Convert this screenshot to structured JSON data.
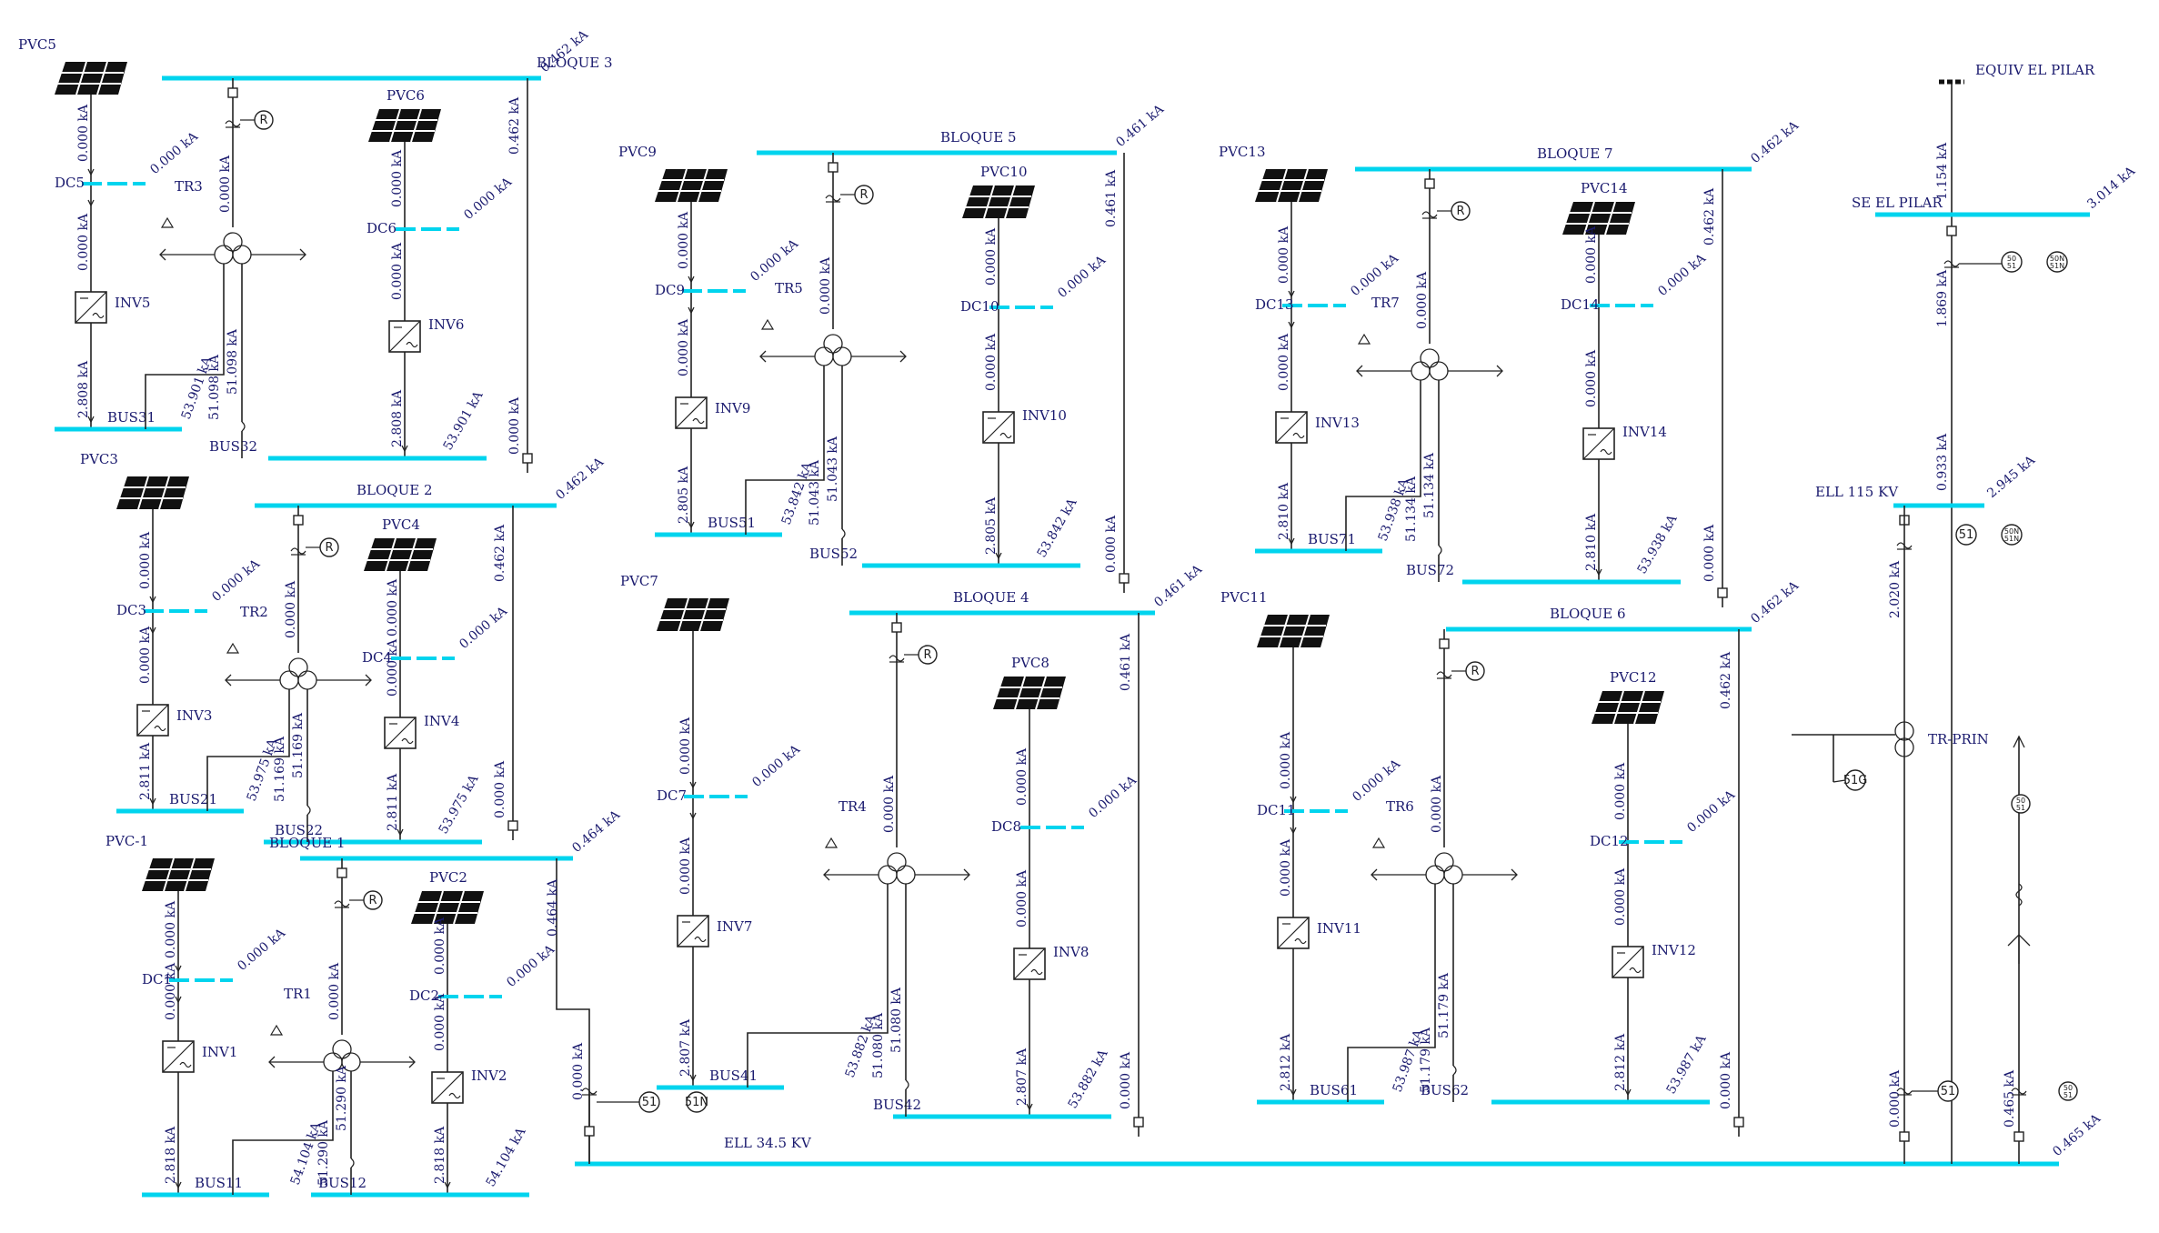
{
  "blocks": {
    "b1": {
      "name": "BLOQUE 1",
      "bus_ka": "0.464 kA",
      "feeder_ka": "0.464 kA",
      "pvA": {
        "name": "PVC-1",
        "dc": "DC1",
        "inv": "INV1",
        "dc_ka": "0.000 kA",
        "a1": "0.000 kA",
        "a2": "0.000 kA",
        "a3": "2.818 kA"
      },
      "pvB": {
        "name": "PVC2",
        "dc": "DC2",
        "inv": "INV2",
        "dc_ka": "0.000 kA",
        "a1": "0.000 kA",
        "a2": "0.000 kA",
        "a3": "2.818 kA"
      },
      "tr": "TR1",
      "tr_ka": "0.000 kA",
      "busA": "BUS11",
      "busB": "BUS12",
      "lv1": "51.290 kA",
      "lv2": "51.290 kA",
      "sc1": "54.104 kA",
      "sc2": "54.104 kA"
    },
    "b2": {
      "name": "BLOQUE 2",
      "bus_ka": "0.462 kA",
      "feeder_ka": "0.462 kA",
      "feeder2_ka": "0.000 kA",
      "pvA": {
        "name": "PVC3",
        "dc": "DC3",
        "inv": "INV3",
        "dc_ka": "0.000 kA",
        "a1": "0.000 kA",
        "a2": "0.000 kA",
        "a3": "2.811 kA"
      },
      "pvB": {
        "name": "PVC4",
        "dc": "DC4",
        "inv": "INV4",
        "dc_ka": "0.000 kA",
        "a1": "0.000 kA",
        "a2": "0.000 kA",
        "a3": "2.811 kA"
      },
      "tr": "TR2",
      "tr_ka": "0.000 kA",
      "busA": "BUS21",
      "busB": "BUS22",
      "lv1": "51.169 kA",
      "lv2": "51.169 kA",
      "sc1": "53.975 kA",
      "sc2": "53.975 kA"
    },
    "b3": {
      "name": "BLOQUE 3",
      "bus_ka": "0.462 kA",
      "feeder_ka": "0.462 kA",
      "feeder2_ka": "0.000 kA",
      "pvA": {
        "name": "PVC5",
        "dc": "DC5",
        "inv": "INV5",
        "dc_ka": "0.000 kA",
        "a1": "0.000 kA",
        "a2": "0.000 kA",
        "a3": "2.808 kA"
      },
      "pvB": {
        "name": "PVC6",
        "dc": "DC6",
        "inv": "INV6",
        "dc_ka": "0.000 kA",
        "a1": "0.000 kA",
        "a2": "0.000 kA",
        "a3": "2.808 kA"
      },
      "tr": "TR3",
      "tr_ka": "0.000 kA",
      "busA": "BUS31",
      "busB": "BUS32",
      "lv1": "51.098 kA",
      "lv2": "51.098 kA",
      "sc1": "53.901 kA",
      "sc2": "53.901 kA"
    },
    "b4": {
      "name": "BLOQUE 4",
      "bus_ka": "0.461 kA",
      "feeder_ka": "0.461 kA",
      "feeder2_ka": "0.000 kA",
      "pvA": {
        "name": "PVC7",
        "dc": "DC7",
        "inv": "INV7",
        "dc_ka": "0.000 kA",
        "a1": "0.000 kA",
        "a2": "0.000 kA",
        "a3": "2.807 kA"
      },
      "pvB": {
        "name": "PVC8",
        "dc": "DC8",
        "inv": "INV8",
        "dc_ka": "0.000 kA",
        "a1": "0.000 kA",
        "a2": "0.000 kA",
        "a3": "2.807 kA"
      },
      "tr": "TR4",
      "tr_ka": "0.000 kA",
      "busA": "BUS41",
      "busB": "BUS42",
      "lv1": "51.080 kA",
      "lv2": "51.080 kA",
      "sc1": "53.882 kA",
      "sc2": "53.882 kA"
    },
    "b5": {
      "name": "BLOQUE 5",
      "bus_ka": "0.461 kA",
      "feeder_ka": "0.461 kA",
      "feeder2_ka": "0.000 kA",
      "pvA": {
        "name": "PVC9",
        "dc": "DC9",
        "inv": "INV9",
        "dc_ka": "0.000 kA",
        "a1": "0.000 kA",
        "a2": "0.000 kA",
        "a3": "2.805 kA"
      },
      "pvB": {
        "name": "PVC10",
        "dc": "DC10",
        "inv": "INV10",
        "dc_ka": "0.000 kA",
        "a1": "0.000 kA",
        "a2": "0.000 kA",
        "a3": "2.805 kA"
      },
      "tr": "TR5",
      "tr_ka": "0.000 kA",
      "busA": "BUS51",
      "busB": "BUS52",
      "lv1": "51.043 kA",
      "lv2": "51.043 kA",
      "sc1": "53.842 kA",
      "sc2": "53.842 kA"
    },
    "b6": {
      "name": "BLOQUE 6",
      "bus_ka": "0.462 kA",
      "feeder_ka": "0.462 kA",
      "feeder2_ka": "0.000 kA",
      "pvA": {
        "name": "PVC11",
        "dc": "DC11",
        "inv": "INV11",
        "dc_ka": "0.000 kA",
        "a1": "0.000 kA",
        "a2": "0.000 kA",
        "a3": "2.812 kA"
      },
      "pvB": {
        "name": "PVC12",
        "dc": "DC12",
        "inv": "INV12",
        "dc_ka": "0.000 kA",
        "a1": "0.000 kA",
        "a2": "0.000 kA",
        "a3": "2.812 kA"
      },
      "tr": "TR6",
      "tr_ka": "0.000 kA",
      "busA": "BUS61",
      "busB": "BUS62",
      "lv1": "51.179 kA",
      "lv2": "51.179 kA",
      "sc1": "53.987 kA",
      "sc2": "53.987 kA"
    },
    "b7": {
      "name": "BLOQUE 7",
      "bus_ka": "0.462 kA",
      "feeder_ka": "0.462 kA",
      "feeder2_ka": "0.000 kA",
      "pvA": {
        "name": "PVC13",
        "dc": "DC13",
        "inv": "INV13",
        "dc_ka": "0.000 kA",
        "a1": "0.000 kA",
        "a2": "0.000 kA",
        "a3": "2.810 kA"
      },
      "pvB": {
        "name": "PVC14",
        "dc": "DC14",
        "inv": "INV14",
        "dc_ka": "0.000 kA",
        "a1": "0.000 kA",
        "a2": "0.000 kA",
        "a3": "2.810 kA"
      },
      "tr": "TR7",
      "tr_ka": "0.000 kA",
      "busA": "BUS71",
      "busB": "BUS72",
      "lv1": "51.134 kA",
      "lv2": "51.134 kA",
      "sc1": "53.938 kA",
      "sc2": "53.938 kA"
    }
  },
  "ell345": {
    "name": "ELL 34.5 KV",
    "ka": "0.465 kA",
    "left_ka": "0.000 kA",
    "right_ka": "0.000 kA",
    "r1": "0.000 kA",
    "r2": "0.000 kA",
    "prin_low": "0.000 kA",
    "prin_low2": "0.465 kA"
  },
  "grid": {
    "equiv": "EQUIV EL PILAR",
    "se": "SE EL PILAR",
    "se_ka": "3.014 kA",
    "equiv_ka": "1.154 kA",
    "line_ka": "1.869 kA",
    "ell115": "ELL 115 KV",
    "ell115_ka": "2.945 kA",
    "ell115_in": "0.933 kA",
    "tr_prin": "TR-PRIN",
    "prin_hv": "2.020 kA"
  },
  "relay": {
    "r": "R",
    "r51": "51",
    "r51n": "51N",
    "r51g": "51G",
    "r50_51": "50\n51",
    "r50n": "50N\n51N"
  }
}
